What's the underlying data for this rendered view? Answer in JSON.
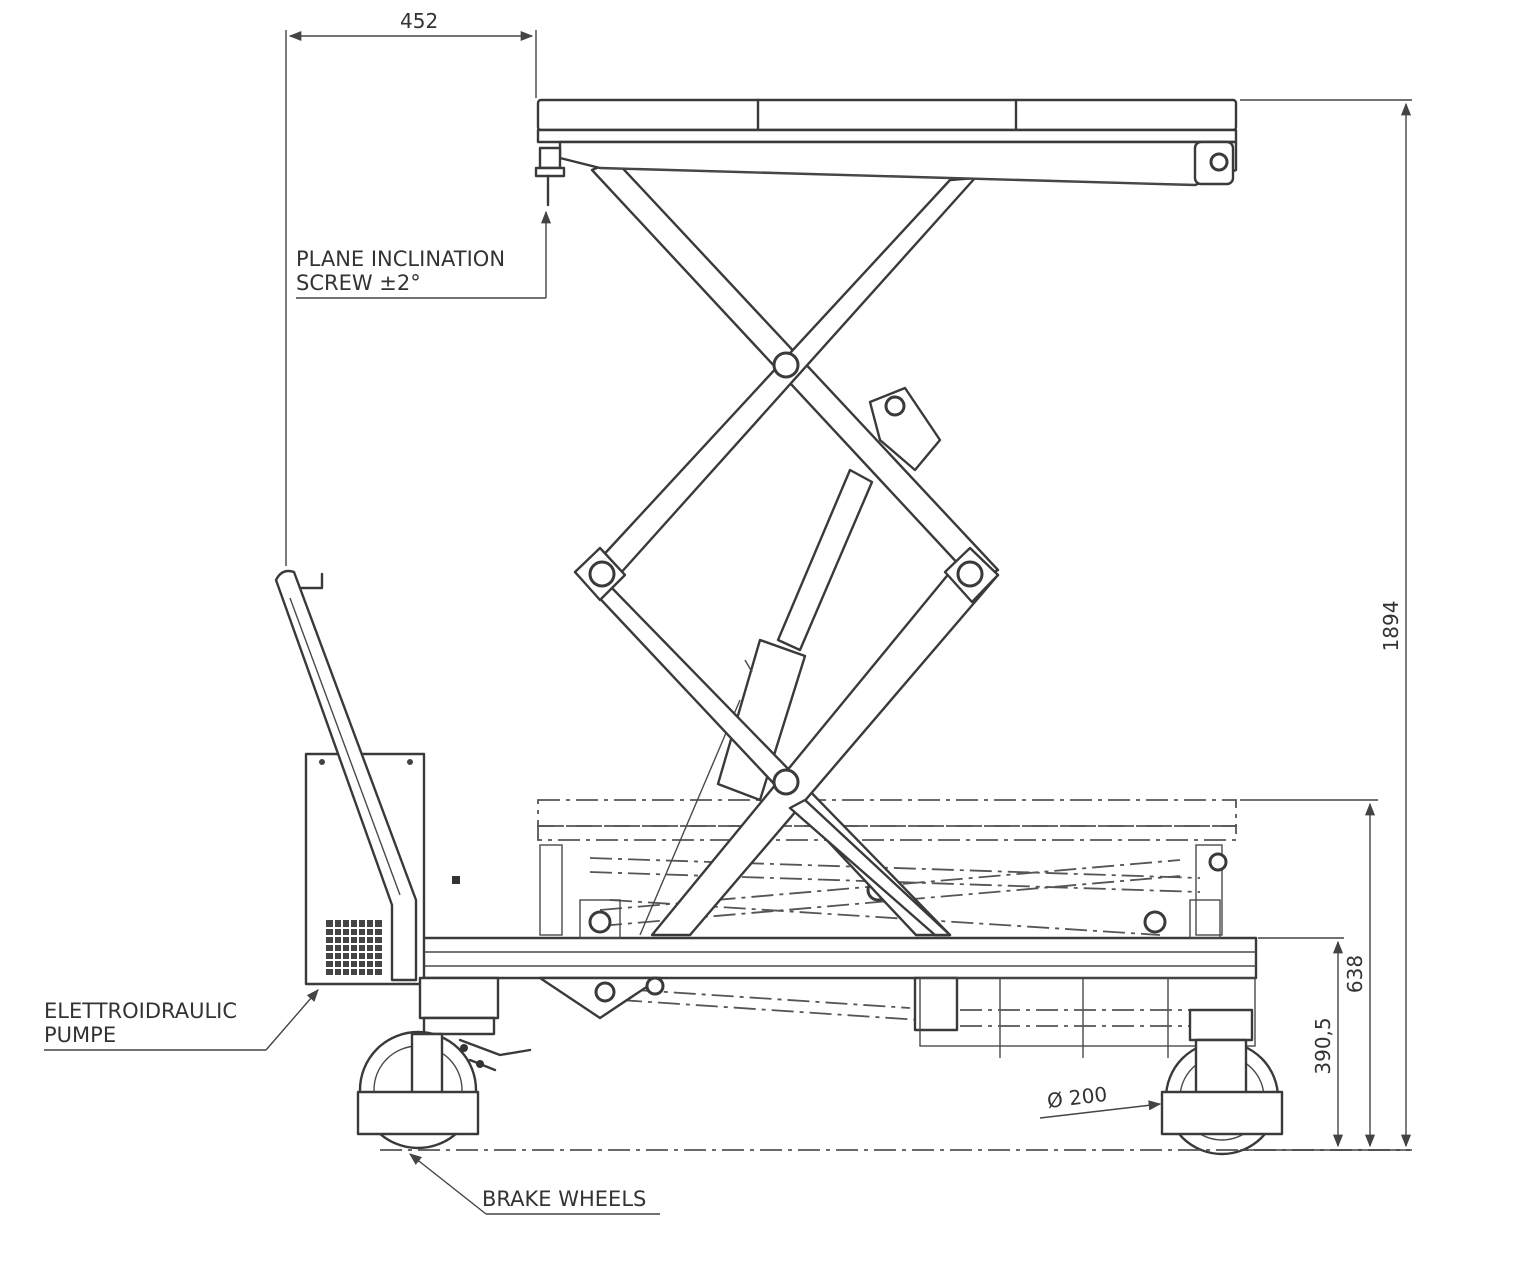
{
  "diagram": {
    "dimensions": {
      "top_offset": "452",
      "total_height": "1894",
      "base_height": "638",
      "frame_height": "390,5",
      "wheel_diameter": "Ø 200"
    },
    "labels": {
      "inclination_line1": "PLANE INCLINATION",
      "inclination_line2": "SCREW ±2°",
      "pump_line1": "ELETTROIDRAULIC",
      "pump_line2": "PUMPE",
      "brake_wheels": "BRAKE WHEELS"
    },
    "colors": {
      "line": "#3a3a3a",
      "background": "#ffffff"
    }
  }
}
